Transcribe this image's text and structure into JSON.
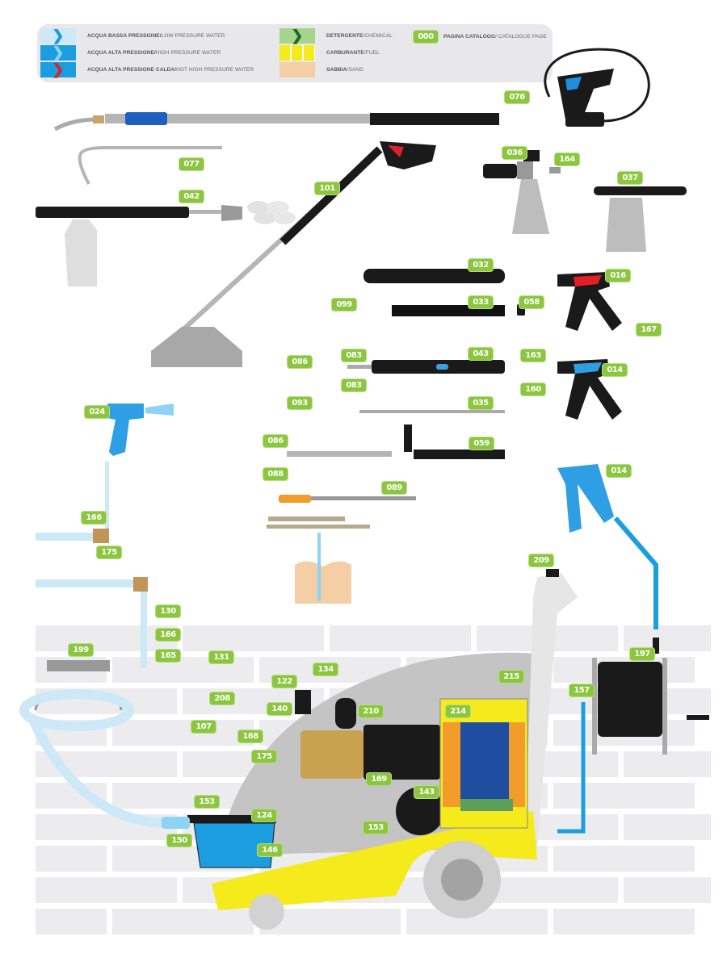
{
  "legend": {
    "items": [
      {
        "it": "ACQUA BASSA PRESSIONE",
        "en": "LOW PRESSURE WATER",
        "swatch_color": "#cde8f6",
        "arrow_color": "#1f9ad6"
      },
      {
        "it": "ACQUA ALTA PRESSIONE",
        "en": "HIGH PRESSURE WATER",
        "swatch_color": "#1a9ee0",
        "arrow_color": "#8ed2f5"
      },
      {
        "it": "ACQUA ALTA PRESSIONE CALDA",
        "en": "HOT HIGH PRESSURE WATER",
        "swatch_color": "#1a9ee0",
        "arrow_color": "#d9232d"
      },
      {
        "it": "DETERGENTE",
        "en": "CHEMICAL",
        "swatch_color": "#a6d48a",
        "arrow_color": "#1c6b2a"
      },
      {
        "it": "CARBURANTE",
        "en": "FUEL",
        "swatch_color": "#f4ea1c",
        "arrow_color": ""
      },
      {
        "it": "SABBIA",
        "en": "SAND",
        "swatch_color": "#f4cfa6",
        "arrow_color": ""
      }
    ],
    "page_ref": {
      "sample": "000",
      "it": "PAGINA CATALOGO",
      "en": "CATALOGUE PAGE"
    },
    "separator": " / "
  },
  "colors": {
    "tag_green": "#8cc63f",
    "machine_yellow": "#f4ea1c",
    "body_gray": "#c8c8c8",
    "low_pressure": "#cde8f6",
    "high_pressure": "#1a9ee0",
    "hot": "#d9232d",
    "brick": "#ececee"
  },
  "parts": [
    {
      "id": "076",
      "name": "lance-076"
    },
    {
      "id": "077",
      "name": "curved-lance-077"
    },
    {
      "id": "042",
      "name": "foam-lance-042"
    },
    {
      "id": "101",
      "name": "floor-cleaner-101"
    },
    {
      "id": "036",
      "name": "foam-nozzle-036"
    },
    {
      "id": "164",
      "name": "quick-coupling-164"
    },
    {
      "id": "037",
      "name": "foam-bottle-037"
    },
    {
      "id": "032",
      "name": "lance-grip-032"
    },
    {
      "id": "033",
      "name": "lance-grip-033"
    },
    {
      "id": "058",
      "name": "adapter-058"
    },
    {
      "id": "016",
      "name": "gun-016"
    },
    {
      "id": "167",
      "name": "swivel-167"
    },
    {
      "id": "099",
      "name": "brush-099"
    },
    {
      "id": "083",
      "name": "nozzle-holder-083a"
    },
    {
      "id": "086",
      "name": "nozzle-086a"
    },
    {
      "id": "043",
      "name": "lance-043"
    },
    {
      "id": "163",
      "name": "coupling-163"
    },
    {
      "id": "083",
      "name": "nozzle-holder-083b"
    },
    {
      "id": "160",
      "name": "connector-160"
    },
    {
      "id": "014",
      "name": "gun-014-black"
    },
    {
      "id": "093",
      "name": "nozzle-093"
    },
    {
      "id": "035",
      "name": "lance-035"
    },
    {
      "id": "086",
      "name": "nozzle-086b"
    },
    {
      "id": "059",
      "name": "double-lance-059"
    },
    {
      "id": "088",
      "name": "nozzle-088"
    },
    {
      "id": "089",
      "name": "sandblast-089"
    },
    {
      "id": "024",
      "name": "low-pressure-gun-024"
    },
    {
      "id": "166",
      "name": "coupling-166a"
    },
    {
      "id": "175",
      "name": "elbow-175a"
    },
    {
      "id": "014",
      "name": "gun-014-blue"
    },
    {
      "id": "209",
      "name": "tank-cap-209"
    },
    {
      "id": "130",
      "name": "valve-130"
    },
    {
      "id": "166",
      "name": "coupling-166b"
    },
    {
      "id": "165",
      "name": "fitting-165"
    },
    {
      "id": "199",
      "name": "hose-holder-199"
    },
    {
      "id": "131",
      "name": "valve-131"
    },
    {
      "id": "134",
      "name": "fitting-134"
    },
    {
      "id": "122",
      "name": "unloader-122"
    },
    {
      "id": "215",
      "name": "burner-215"
    },
    {
      "id": "197",
      "name": "hose-reel-197"
    },
    {
      "id": "208",
      "name": "gauge-208"
    },
    {
      "id": "140",
      "name": "pressure-switch-140"
    },
    {
      "id": "210",
      "name": "accumulator-210"
    },
    {
      "id": "214",
      "name": "coil-214"
    },
    {
      "id": "157",
      "name": "swivel-157"
    },
    {
      "id": "107",
      "name": "regulator-107"
    },
    {
      "id": "168",
      "name": "fitting-168"
    },
    {
      "id": "175",
      "name": "elbow-175b"
    },
    {
      "id": "169",
      "name": "pump-169"
    },
    {
      "id": "143",
      "name": "fuel-pump-143"
    },
    {
      "id": "153",
      "name": "filter-153a"
    },
    {
      "id": "124",
      "name": "float-tank-124"
    },
    {
      "id": "153",
      "name": "filter-153b"
    },
    {
      "id": "150",
      "name": "inlet-150"
    },
    {
      "id": "146",
      "name": "float-valve-146"
    }
  ]
}
